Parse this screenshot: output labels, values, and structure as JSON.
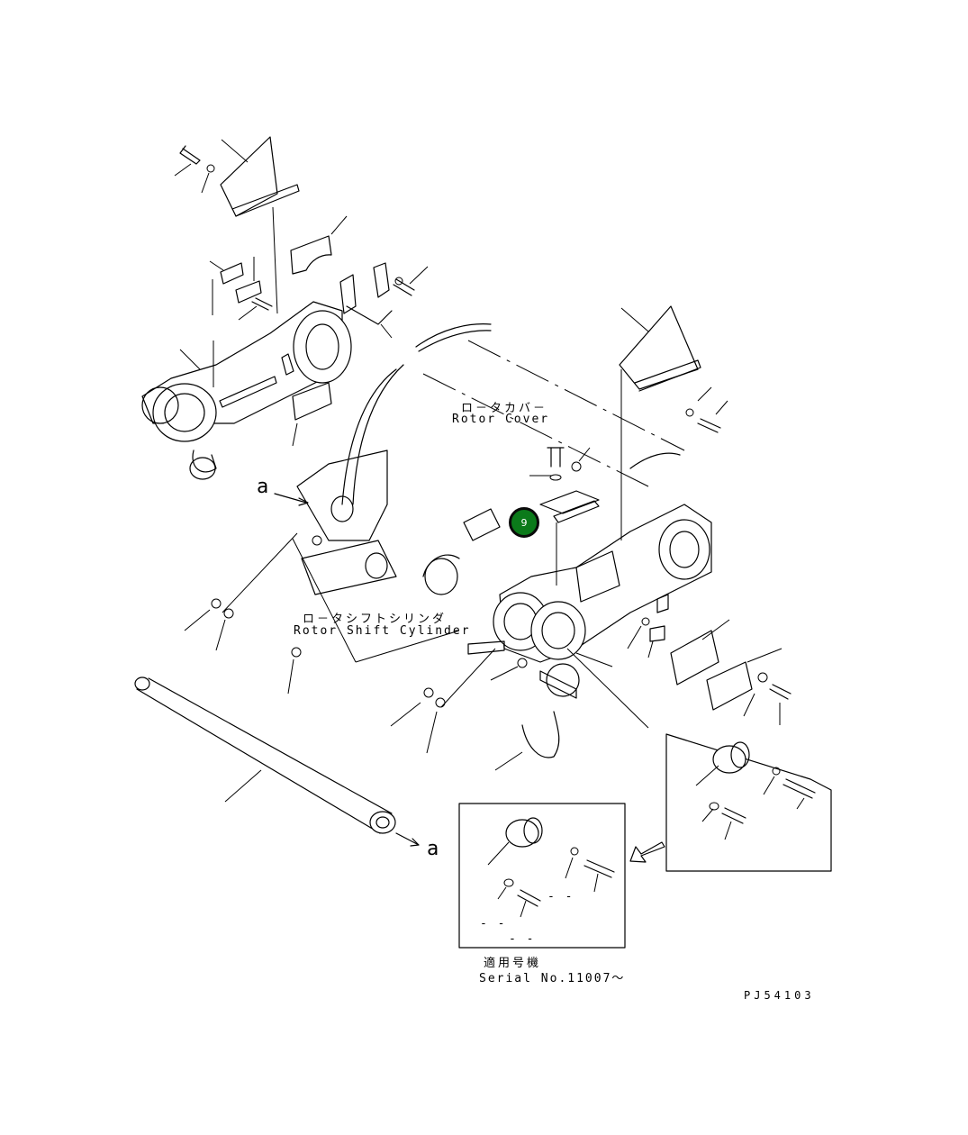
{
  "labels": {
    "rotor_cover_jp": "ロ－タカバ－",
    "rotor_cover_en": "Rotor Cover",
    "rotor_shift_jp": "ロ－タシフトシリンダ",
    "rotor_shift_en": "Rotor Shift Cylinder",
    "serial_jp": "適用号機",
    "serial_en": "Serial No.11007～",
    "drawing_no": "PJ54103",
    "ref_a_left": "a",
    "ref_a_bottom": "a",
    "dash_mark_1": "- -",
    "dash_mark_2": "- -",
    "dash_mark_3": "- -"
  },
  "callout": {
    "number": "9",
    "color": "#0b7a1a"
  }
}
